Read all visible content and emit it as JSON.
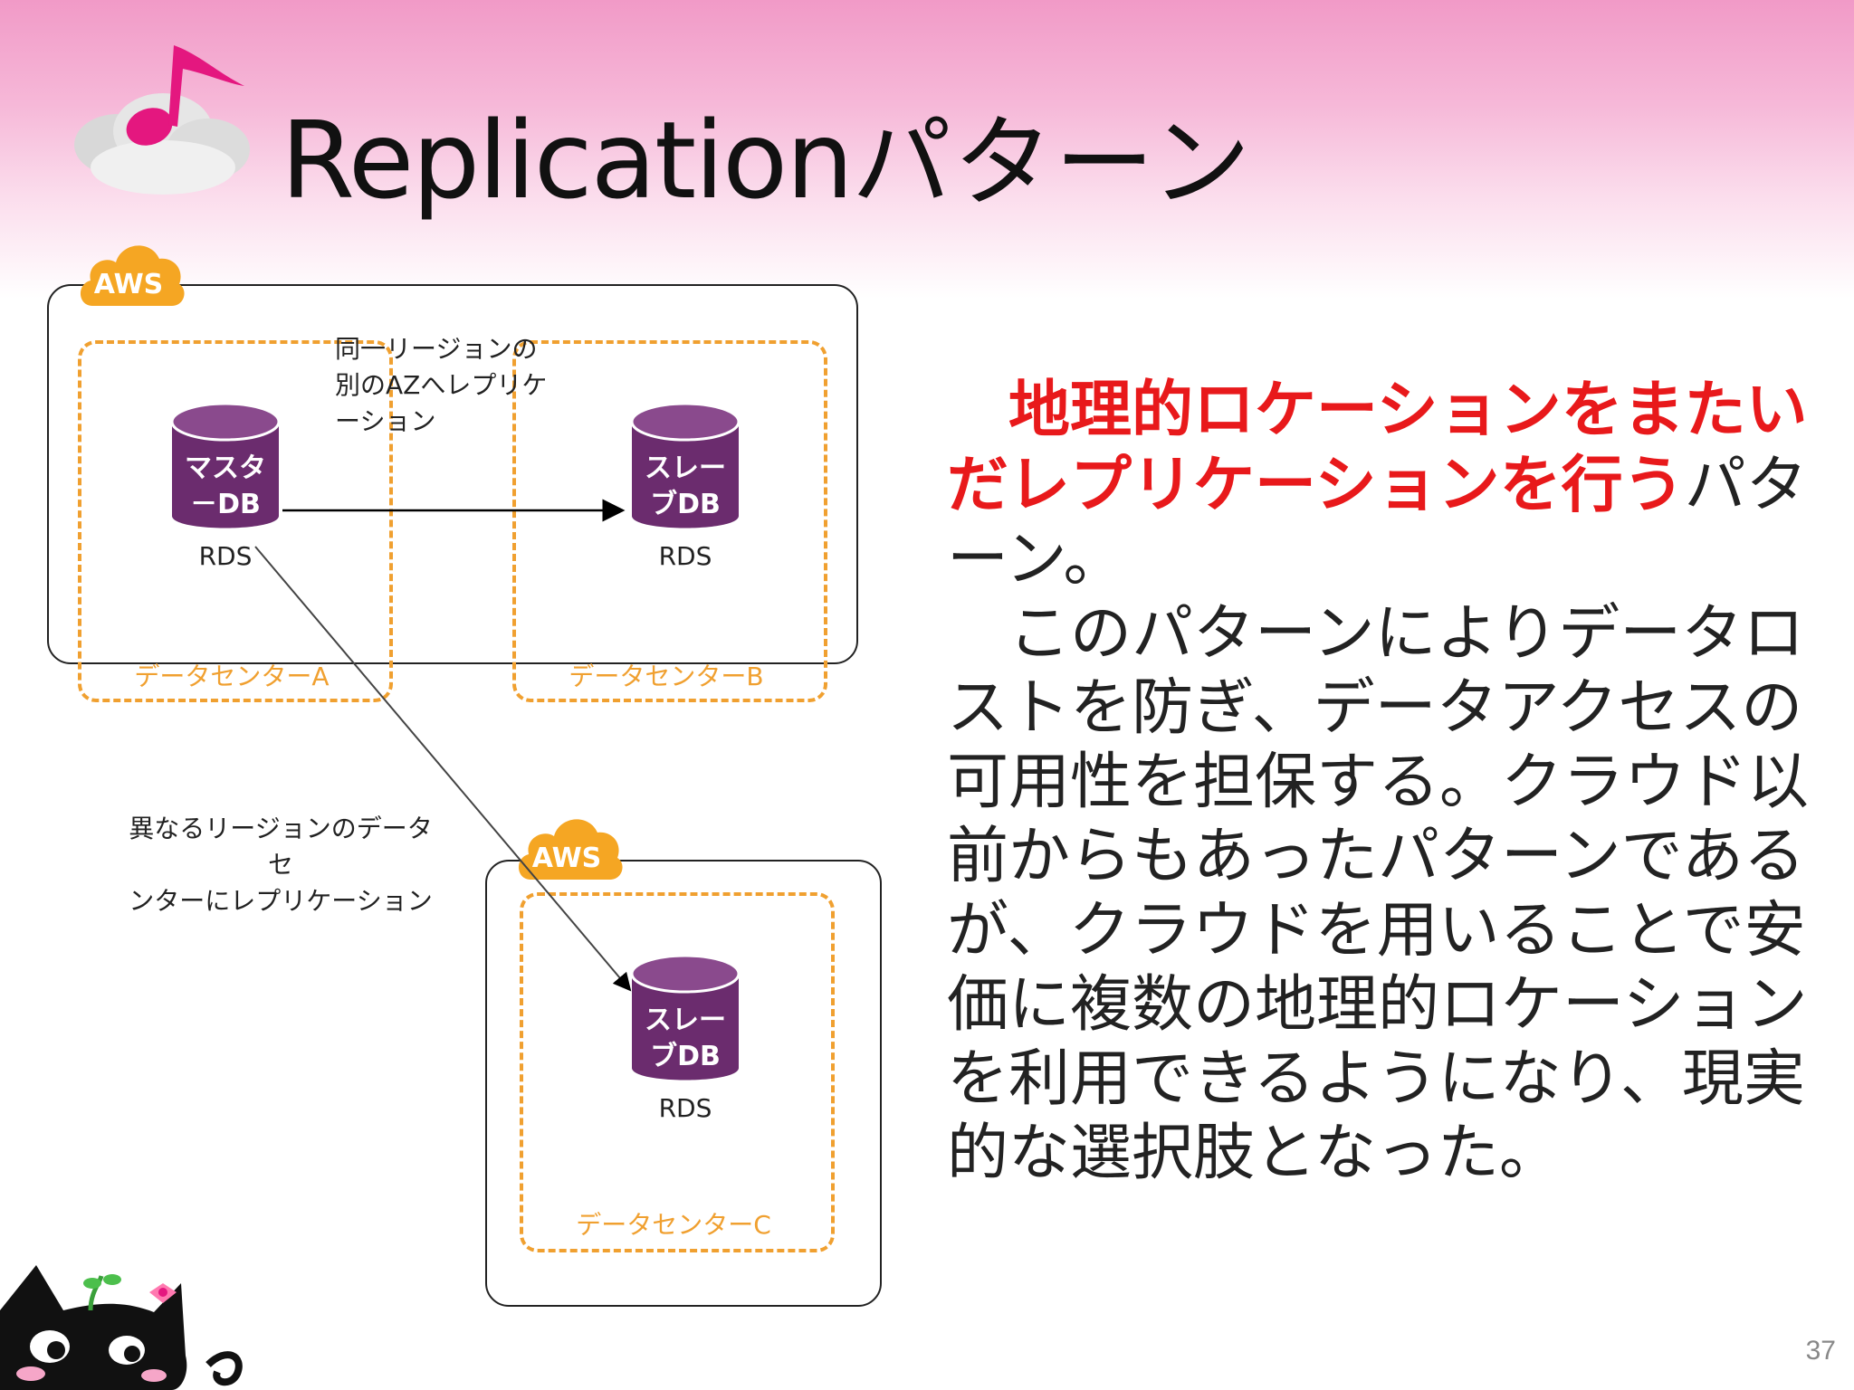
{
  "slide": {
    "title_en": "Replication",
    "title_ja": "パターン",
    "page_number": "37"
  },
  "diagram": {
    "aws_label": "AWS",
    "datacenters": [
      {
        "label": "データセンターA"
      },
      {
        "label": "データセンターB"
      },
      {
        "label": "データセンターC"
      }
    ],
    "databases": [
      {
        "label": "マスタ\n－DB",
        "service": "RDS"
      },
      {
        "label": "スレー\nブDB",
        "service": "RDS"
      },
      {
        "label": "スレー\nブDB",
        "service": "RDS"
      }
    ],
    "notes": {
      "same_region": "同一リージョンの\n別のAZへレプリケ\nーション",
      "different_region": "異なるリージョンのデータセ\nンターにレプリケーション"
    },
    "colors": {
      "db_purple": "#6b2c6e",
      "datacenter_orange": "#f0a030",
      "aws_orange": "#f5a623"
    }
  },
  "body": {
    "highlight": "地理的ロケーションをまたいだレプリケーションを行う",
    "highlight_indent": "　",
    "sentence1_rest": "パターン。",
    "paragraph2": "　このパターンによりデータロストを防ぎ、データアクセスの可用性を担保する。クラウド以前からもあったパターンであるが、クラウドを用いることで安価に複数の地理的ロケーションを利用できるようになり、現実的な選択肢となった。",
    "colors": {
      "highlight": "#e8191b",
      "text": "#222222"
    }
  },
  "decor": {
    "logo_icon": "music-note-cloud-icon",
    "mascot_icon": "black-cat-icon"
  }
}
